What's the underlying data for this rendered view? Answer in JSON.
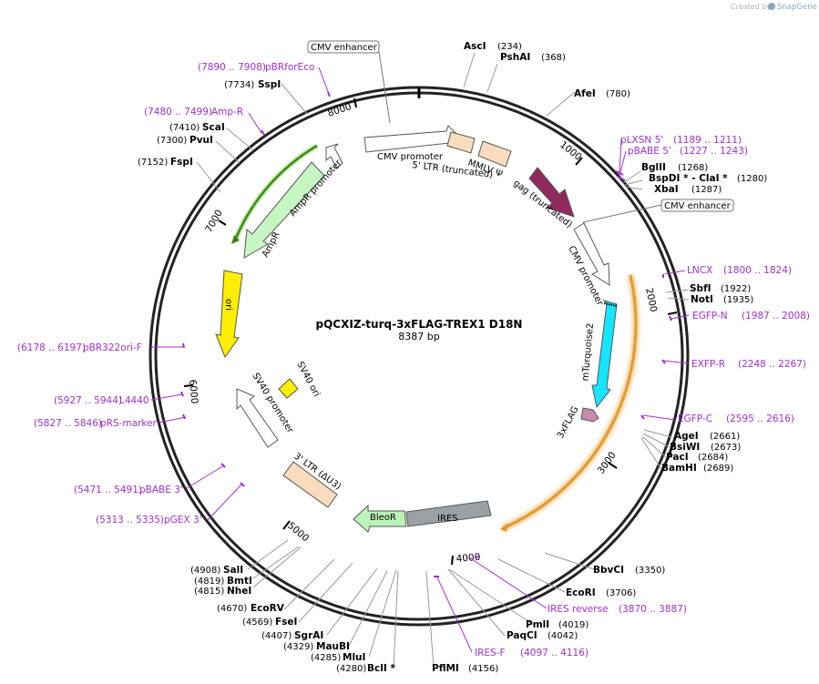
{
  "credit": {
    "prefix": "Created by",
    "brand": "SnapGene"
  },
  "plasmid": {
    "name": "pQCXIZ-turq-3xFLAG-TREX1 D18N",
    "length_label": "8387 bp"
  },
  "ticks": [
    "1000",
    "2000",
    "3000",
    "4000",
    "5000",
    "6000",
    "7000",
    "8000"
  ],
  "boxed_features": [
    "CMV enhancer",
    "CMV enhancer"
  ],
  "features": {
    "cmv_promoter_top": "CMV promoter",
    "ltr5": "5' LTR (truncated)",
    "mmlv_psi": "MMLV Ψ",
    "gag": "gag (truncated)",
    "cmv_promoter_right": "CMV promoter",
    "mturquoise2": "mTurquoise2",
    "flag": "3xFLAG",
    "ires": "IRES",
    "bleor": "BleoR",
    "ltr3": "3' LTR (ΔU3)",
    "sv40_promoter": "SV40 promoter",
    "sv40_ori": "SV40 ori",
    "ori": "ori",
    "ampr": "AmpR",
    "ampr_promoter": "AmpR promoter"
  },
  "sites": [
    {
      "name": "AscI",
      "pos": "(234)"
    },
    {
      "name": "PshAI",
      "pos": "(368)"
    },
    {
      "name": "AfeI",
      "pos": "(780)"
    },
    {
      "name": "BglII",
      "pos": "(1268)"
    },
    {
      "name": "BspDI *  -  ClaI *",
      "pos": "(1280)"
    },
    {
      "name": "XbaI",
      "pos": "(1287)"
    },
    {
      "name": "SbfI",
      "pos": "(1922)"
    },
    {
      "name": "NotI",
      "pos": "(1935)"
    },
    {
      "name": "AgeI",
      "pos": "(2661)"
    },
    {
      "name": "BsiWI",
      "pos": "(2673)"
    },
    {
      "name": "PacI",
      "pos": "(2684)"
    },
    {
      "name": "BamHI",
      "pos": "(2689)"
    },
    {
      "name": "BbvCI",
      "pos": "(3350)"
    },
    {
      "name": "EcoRI",
      "pos": "(3706)"
    },
    {
      "name": "PmlI",
      "pos": "(4019)"
    },
    {
      "name": "PaqCI",
      "pos": "(4042)"
    },
    {
      "name": "PflMI",
      "pos": "(4156)"
    },
    {
      "name": "BclI *",
      "pos": "(4280)"
    },
    {
      "name": "MluI",
      "pos": "(4285)"
    },
    {
      "name": "MauBI",
      "pos": "(4329)"
    },
    {
      "name": "SgrAI",
      "pos": "(4407)"
    },
    {
      "name": "FseI",
      "pos": "(4569)"
    },
    {
      "name": "EcoRV",
      "pos": "(4670)"
    },
    {
      "name": "NheI",
      "pos": "(4815)"
    },
    {
      "name": "BmtI",
      "pos": "(4819)"
    },
    {
      "name": "SalI",
      "pos": "(4908)"
    },
    {
      "name": "FspI",
      "pos": "(7152)"
    },
    {
      "name": "PvuI",
      "pos": "(7300)"
    },
    {
      "name": "ScaI",
      "pos": "(7410)"
    },
    {
      "name": "SspI",
      "pos": "(7734)"
    }
  ],
  "primers": [
    {
      "name": "pLXSN 5'",
      "range": "(1189 .. 1211)"
    },
    {
      "name": "pBABE 5'",
      "range": "(1227 .. 1243)"
    },
    {
      "name": "LNCX",
      "range": "(1800 .. 1824)"
    },
    {
      "name": "EGFP-N",
      "range": "(1987 .. 2008)"
    },
    {
      "name": "EXFP-R",
      "range": "(2248 .. 2267)"
    },
    {
      "name": "EGFP-C",
      "range": "(2595 .. 2616)"
    },
    {
      "name": "IRES reverse",
      "range": "(3870 .. 3887)"
    },
    {
      "name": "IRES-F",
      "range": "(4097 .. 4116)"
    },
    {
      "name": "pGEX 3'",
      "range": "(5313 .. 5335)"
    },
    {
      "name": "pBABE 3'",
      "range": "(5471 .. 5491)"
    },
    {
      "name": "pRS-marker",
      "range": "(5827 .. 5846)"
    },
    {
      "name": "L4440",
      "range": "(5927 .. 5944)"
    },
    {
      "name": "pBR322ori-F",
      "range": "(6178 .. 6197)"
    },
    {
      "name": "Amp-R",
      "range": "(7480 .. 7499)"
    },
    {
      "name": "pBRforEco",
      "range": "(7890 .. 7908)"
    }
  ],
  "colors": {
    "ring": "#222222",
    "primer": "#a12fd1",
    "ltr": "#f9dcbd",
    "gag": "#8e2a5c",
    "mturquoise2": "#15e5ff",
    "flag": "#c78aa9",
    "ires": "#9aa1a5",
    "bleor": "#b9f3b7",
    "ori": "#ffee00",
    "ampr": "#c6f6c2",
    "ampr_line": "#3c7e16",
    "orf_line": "#e39b31",
    "promoter": "#ffffff"
  }
}
